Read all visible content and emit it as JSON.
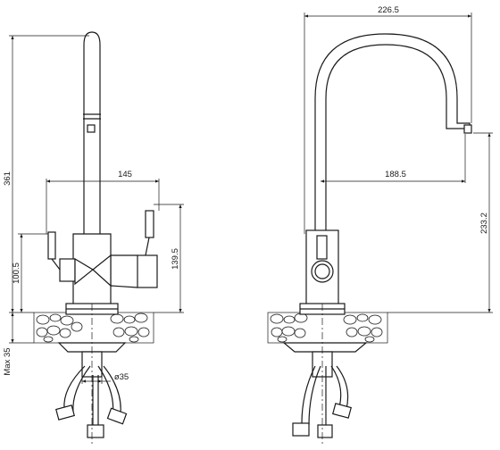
{
  "dimensions": {
    "total_height": "361",
    "spout_reach_front": "145",
    "lever_height": "139.5",
    "filter_lever_height": "100.5",
    "max_countertop": "Max 35",
    "hole_diameter": "ø35",
    "overall_width": "226.5",
    "spout_reach_side": "188.5",
    "spout_height": "233.2"
  },
  "palette": {
    "line": "#1a1a1a",
    "background": "#ffffff"
  }
}
